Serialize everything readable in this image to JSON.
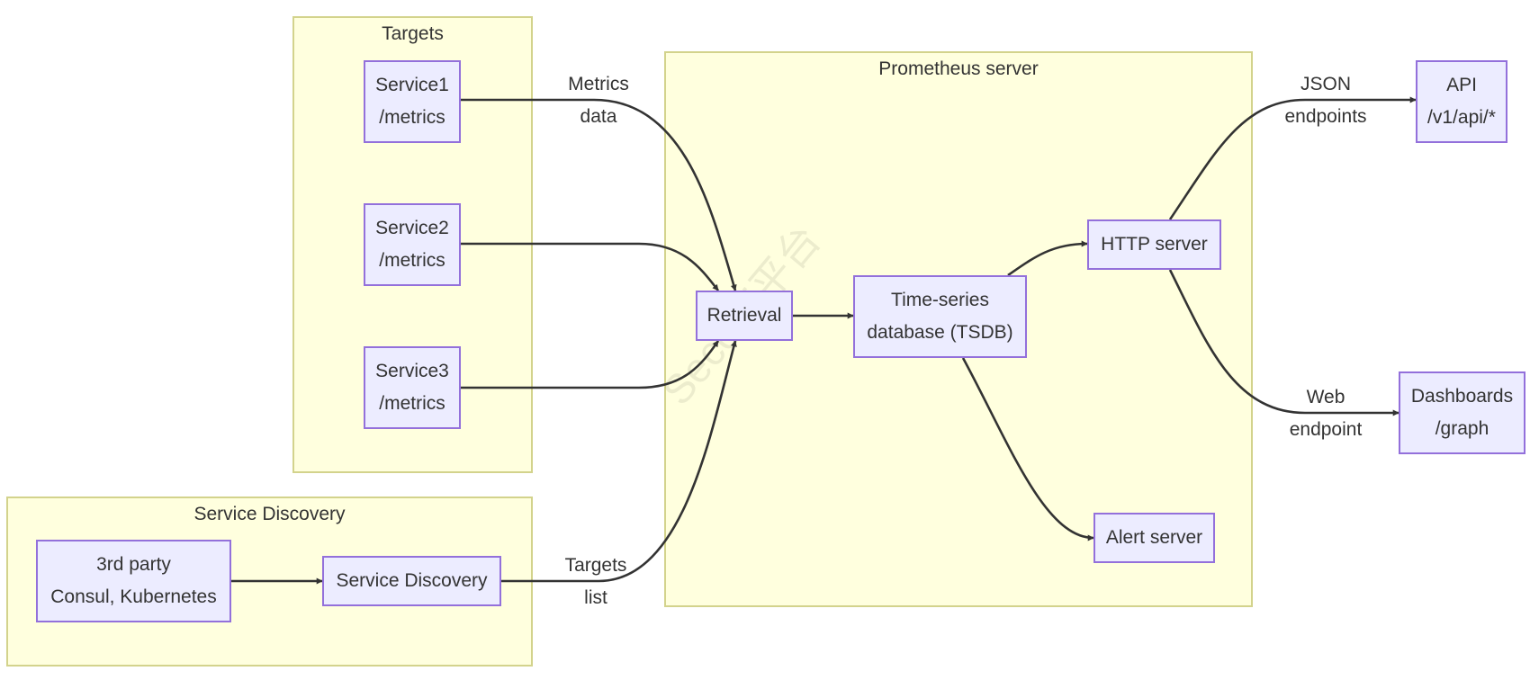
{
  "clusters": {
    "targets": "Targets",
    "prometheus": "Prometheus server",
    "service_discovery": "Service Discovery"
  },
  "nodes": {
    "service1": [
      "Service1",
      "/metrics"
    ],
    "service2": [
      "Service2",
      "/metrics"
    ],
    "service3": [
      "Service3",
      "/metrics"
    ],
    "third_party": [
      "3rd party",
      "Consul, Kubernetes"
    ],
    "service_discovery": [
      "Service Discovery"
    ],
    "retrieval": [
      "Retrieval"
    ],
    "tsdb": [
      "Time-series",
      "database (TSDB)"
    ],
    "http_server": [
      "HTTP server"
    ],
    "alert_server": [
      "Alert server"
    ],
    "api": [
      "API",
      "/v1/api/*"
    ],
    "dashboards": [
      "Dashboards",
      "/graph"
    ]
  },
  "edge_labels": {
    "metrics_data": [
      "Metrics",
      "data"
    ],
    "targets_list": [
      "Targets",
      "list"
    ],
    "json_endpoints": [
      "JSON",
      "endpoints"
    ],
    "web_endpoint": [
      "Web",
      "endpoint"
    ]
  },
  "edges": [
    {
      "from": "service1",
      "to": "retrieval",
      "label": "Metrics data"
    },
    {
      "from": "service2",
      "to": "retrieval"
    },
    {
      "from": "service3",
      "to": "retrieval"
    },
    {
      "from": "third_party",
      "to": "service_discovery"
    },
    {
      "from": "service_discovery",
      "to": "retrieval",
      "label": "Targets list"
    },
    {
      "from": "retrieval",
      "to": "tsdb"
    },
    {
      "from": "tsdb",
      "to": "http_server"
    },
    {
      "from": "tsdb",
      "to": "alert_server"
    },
    {
      "from": "http_server",
      "to": "api",
      "label": "JSON endpoints"
    },
    {
      "from": "http_server",
      "to": "dashboards",
      "label": "Web endpoint"
    }
  ],
  "watermark": "Seccmi平台",
  "colors": {
    "cluster_fill": "#ffffde",
    "cluster_border": "#d3d38c",
    "node_fill": "#ececff",
    "node_border": "#9370db",
    "edge": "#333333"
  }
}
